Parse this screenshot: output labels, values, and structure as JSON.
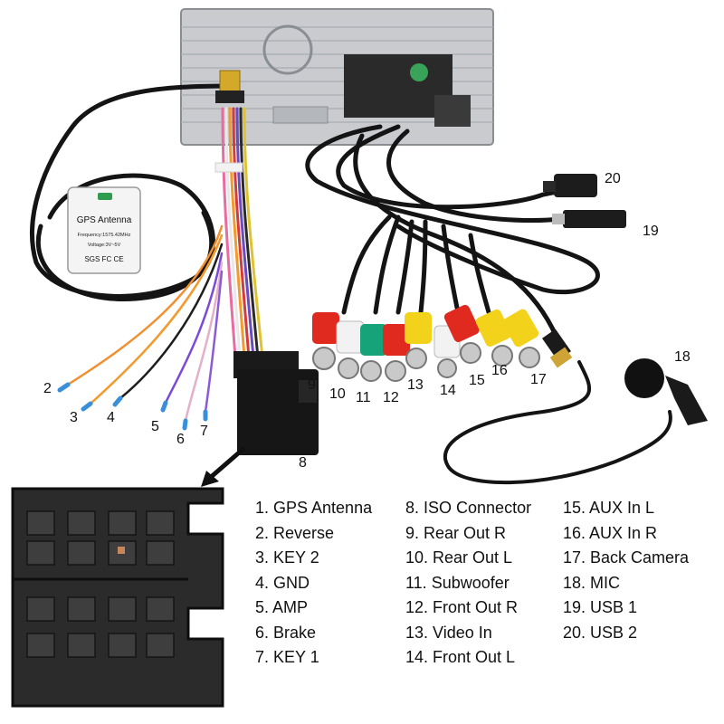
{
  "gps_label": {
    "title": "GPS Antenna",
    "frequency": "Frequency:1575.42MHz",
    "voltage": "Voltage:3V~5V",
    "marks": "SGS FC CE"
  },
  "callouts": [
    "2",
    "3",
    "4",
    "5",
    "6",
    "7",
    "8",
    "9",
    "10",
    "11",
    "12",
    "13",
    "14",
    "15",
    "16",
    "17",
    "18",
    "19",
    "20"
  ],
  "legend_col1": [
    "1. GPS Antenna",
    "2. Reverse",
    "3.  KEY 2",
    "4. GND",
    "5. AMP",
    "6. Brake",
    "7. KEY 1"
  ],
  "legend_col2": [
    "8. ISO Connector",
    "9. Rear Out R",
    "10. Rear Out L",
    "11. Subwoofer",
    "12.  Front Out R",
    "13. Video In",
    "14. Front Out L"
  ],
  "legend_col3": [
    "15. AUX In L",
    "16. AUX In R",
    "17. Back Camera",
    "18. MIC",
    "19. USB 1",
    "20. USB 2"
  ],
  "colors": {
    "cable": "#141414",
    "chassis": "#c9cbcf",
    "rca_red": "#e02a1f",
    "rca_white": "#f2f2f2",
    "rca_yellow": "#f2d21a",
    "rca_green": "#16a37a",
    "wire_tip": "#3b8fd9"
  }
}
